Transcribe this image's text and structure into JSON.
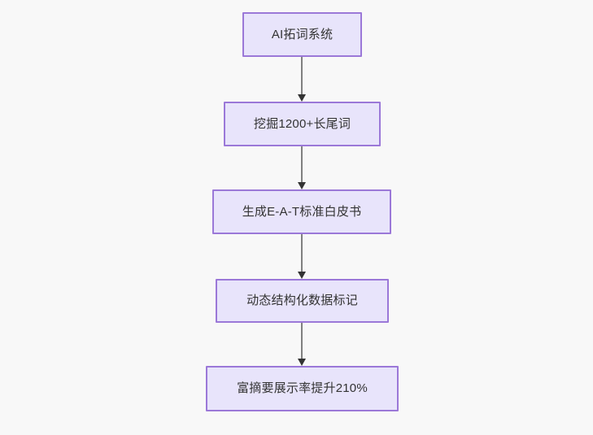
{
  "diagram": {
    "type": "flowchart",
    "direction": "top-to-bottom",
    "background_color": "#f8f8f8",
    "node_fill_color": "#e8e4fb",
    "node_border_color": "#9b78d8",
    "node_text_color": "#333333",
    "connector_color": "#808080",
    "arrowhead_color": "#333333",
    "nodes": [
      {
        "id": "n1",
        "label": "AI拓词系统"
      },
      {
        "id": "n2",
        "label": "挖掘1200+长尾词"
      },
      {
        "id": "n3",
        "label": "生成E-A-T标准白皮书"
      },
      {
        "id": "n4",
        "label": "动态结构化数据标记"
      },
      {
        "id": "n5",
        "label": "富摘要展示率提升210%"
      }
    ],
    "edges": [
      {
        "id": "e1",
        "from": "n1",
        "to": "n2",
        "label": ""
      },
      {
        "id": "e2",
        "from": "n2",
        "to": "n3",
        "label": ""
      },
      {
        "id": "e3",
        "from": "n3",
        "to": "n4",
        "label": ""
      },
      {
        "id": "e4",
        "from": "n4",
        "to": "n5",
        "label": ""
      }
    ]
  }
}
